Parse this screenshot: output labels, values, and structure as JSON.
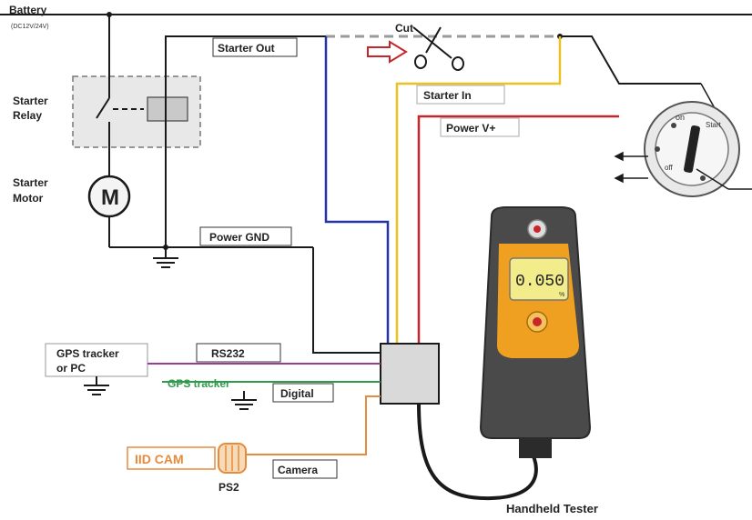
{
  "labels": {
    "battery": "Battery",
    "battery_voltage": "(DC12V/24V)",
    "cut": "Cut",
    "starter_out": "Starter Out",
    "starter_in": "Starter In",
    "power_v": "Power V+",
    "starter_relay_line1": "Starter",
    "starter_relay_line2": "Relay",
    "starter_motor_line1": "Starter",
    "starter_motor_line2": "Motor",
    "motor_symbol": "M",
    "power_gnd": "Power GND",
    "gps_pc_line1": "GPS tracker",
    "gps_pc_line2": "or PC",
    "rs232": "RS232",
    "gps_tracker": "GPS tracker",
    "digital": "Digital",
    "iid_cam": "IID CAM",
    "ps2": "PS2",
    "camera": "Camera",
    "handheld_tester": "Handheld Tester",
    "display_reading": "0.050",
    "display_unit": "%",
    "switch_on": "on",
    "switch_start": "Start",
    "switch_off": "off"
  },
  "colors": {
    "wire_black": "#1a1a1a",
    "wire_blue": "#2433a8",
    "wire_yellow": "#e8c323",
    "wire_red": "#c8252b",
    "wire_purple": "#9b3a9b",
    "wire_green": "#2e9a4a",
    "wire_orange": "#e88a3c",
    "device_body": "#4a4a4a",
    "device_face": "#f0a020",
    "display": "#f2ec8a"
  }
}
